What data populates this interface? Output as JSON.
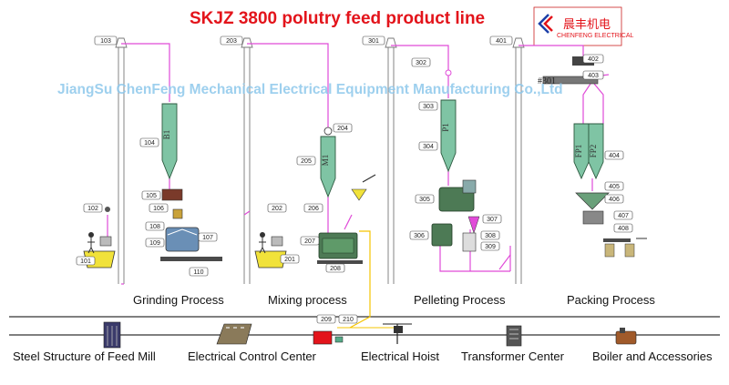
{
  "title": "SKJZ 3800 polutry feed product line",
  "banner": "JiangSu ChenFeng Mechanical Electrical Equipment Manufacturing Co.,Ltd",
  "logo": {
    "cn": "晨丰机电",
    "en": "CHENFENG ELECTRICAL"
  },
  "processes": [
    "Grinding Process",
    "Mixing process",
    "Pelleting Process",
    "Packing Process"
  ],
  "equipment": [
    "Steel Structure of Feed Mill",
    "Electrical Control Center",
    "Electrical Hoist",
    "Transformer Center",
    "Boiler and Accessories"
  ],
  "silos": {
    "b1": "B1",
    "m1": "M1",
    "p1": "P1",
    "fp1": "FP1",
    "fp2": "FP2"
  },
  "tags": {
    "t101": "101",
    "t102": "102",
    "t103": "103",
    "t104": "104",
    "t105": "105",
    "t106": "106",
    "t107": "107",
    "t108": "108",
    "t109": "109",
    "t110": "110",
    "t201": "201",
    "t202": "202",
    "t203": "203",
    "t204": "204",
    "t205": "205",
    "t206": "206",
    "t207": "207",
    "t208": "208",
    "t209": "209",
    "t210": "210",
    "t301": "301",
    "t302": "302",
    "t303": "303",
    "t304": "304",
    "t305": "305",
    "t306": "306",
    "t307": "307",
    "t308": "308",
    "t309": "309",
    "t401": "401",
    "t402": "402",
    "t403": "403",
    "t404": "404",
    "t405": "405",
    "t406": "406",
    "t407": "407",
    "t408": "408",
    "t301b": "#301"
  },
  "colors": {
    "title": "#e3141b",
    "pipe": "#e04bd8",
    "equipment": "#3a6b45",
    "hopper": "#f1e23a",
    "banner": "#8ec8ec",
    "cable": "#f5c400"
  }
}
